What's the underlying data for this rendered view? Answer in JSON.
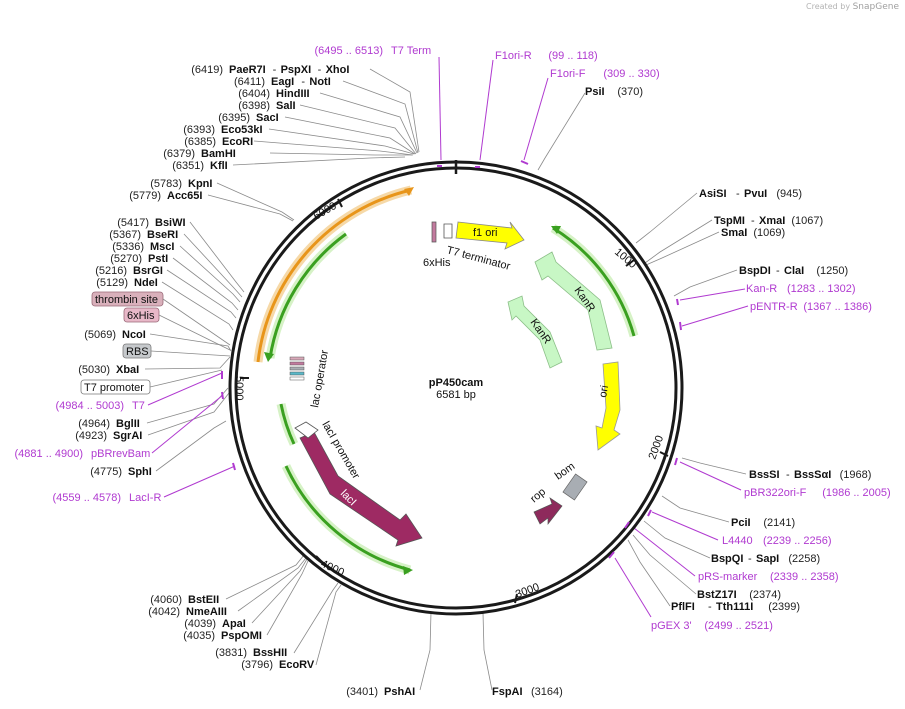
{
  "credit": {
    "prefix": "Created by",
    "brand": "SnapGene"
  },
  "plasmid": {
    "name": "pP450cam",
    "length": "6581 bp"
  },
  "scale_ticks": [
    "1000",
    "2000",
    "3000",
    "4000",
    "5000",
    "6000"
  ],
  "features": {
    "f1ori": "f1 ori",
    "t7term": "T7 terminator",
    "sixhis": "6xHis",
    "kanr1": "KanR",
    "kanr2": "KanR",
    "ori": "ori",
    "bom": "bom",
    "rop": "rop",
    "laci": "lacI",
    "laci_promoter": "lacI promoter",
    "lac_operator": "lac operator"
  },
  "sites": [
    {
      "id": "paer7i",
      "pos": "(6419)",
      "name": "PaeR7I",
      "extra": "PspXI",
      "extra2": "XhoI"
    },
    {
      "id": "eagi",
      "pos": "(6411)",
      "name": "EagI",
      "extra": "NotI"
    },
    {
      "id": "hindiii",
      "pos": "(6404)",
      "name": "HindIII"
    },
    {
      "id": "sali",
      "pos": "(6398)",
      "name": "SalI"
    },
    {
      "id": "saci",
      "pos": "(6395)",
      "name": "SacI"
    },
    {
      "id": "eco53ki",
      "pos": "(6393)",
      "name": "Eco53kI"
    },
    {
      "id": "ecori",
      "pos": "(6385)",
      "name": "EcoRI"
    },
    {
      "id": "bamhi",
      "pos": "(6379)",
      "name": "BamHI"
    },
    {
      "id": "kfli",
      "pos": "(6351)",
      "name": "KflI"
    },
    {
      "id": "kpni",
      "pos": "(5783)",
      "name": "KpnI"
    },
    {
      "id": "acc65i",
      "pos": "(5779)",
      "name": "Acc65I"
    },
    {
      "id": "bsiwi",
      "pos": "(5417)",
      "name": "BsiWI"
    },
    {
      "id": "beri",
      "pos": "(5367)",
      "name": "BseRI"
    },
    {
      "id": "msci",
      "pos": "(5336)",
      "name": "MscI"
    },
    {
      "id": "psti",
      "pos": "(5270)",
      "name": "PstI"
    },
    {
      "id": "bsrgi",
      "pos": "(5216)",
      "name": "BsrGI"
    },
    {
      "id": "ndei",
      "pos": "(5129)",
      "name": "NdeI"
    },
    {
      "id": "ncoi",
      "pos": "(5069)",
      "name": "NcoI"
    },
    {
      "id": "xbai",
      "pos": "(5030)",
      "name": "XbaI"
    },
    {
      "id": "bglii",
      "pos": "(4964)",
      "name": "BglII"
    },
    {
      "id": "sgrai",
      "pos": "(4923)",
      "name": "SgrAI"
    },
    {
      "id": "sphi",
      "pos": "(4775)",
      "name": "SphI"
    },
    {
      "id": "bsteii",
      "pos": "(4060)",
      "name": "BstEII"
    },
    {
      "id": "nmeaiii",
      "pos": "(4042)",
      "name": "NmeAIII"
    },
    {
      "id": "apai",
      "pos": "(4039)",
      "name": "ApaI"
    },
    {
      "id": "pspomi",
      "pos": "(4035)",
      "name": "PspOMI"
    },
    {
      "id": "bsshii",
      "pos": "(3831)",
      "name": "BssHII"
    },
    {
      "id": "ecorv",
      "pos": "(3796)",
      "name": "EcoRV"
    },
    {
      "id": "pshai",
      "pos": "(3401)",
      "name": "PshAI"
    },
    {
      "id": "fspai",
      "pos": "(3164)",
      "name": "FspAI"
    },
    {
      "id": "psii",
      "pos": "(370)",
      "name": "PsiI"
    },
    {
      "id": "asisi",
      "pos": "(945)",
      "name": "AsiSI",
      "extra": "PvuI"
    },
    {
      "id": "tspmi",
      "pos": "(1067)",
      "name": "TspMI",
      "extra": "XmaI"
    },
    {
      "id": "smai",
      "pos": "(1069)",
      "name": "SmaI"
    },
    {
      "id": "bspdi",
      "pos": "(1250)",
      "name": "BspDI",
      "extra": "ClaI"
    },
    {
      "id": "bsssi",
      "pos": "(1968)",
      "name": "BssSI",
      "extra": "BssSαI"
    },
    {
      "id": "pcii",
      "pos": "(2141)",
      "name": "PciI"
    },
    {
      "id": "bspqi",
      "pos": "(2258)",
      "name": "BspQI",
      "extra": "SapI"
    },
    {
      "id": "bstz17i",
      "pos": "(2374)",
      "name": "BstZ17I"
    },
    {
      "id": "pflfi",
      "pos": "(2399)",
      "name": "PflFI",
      "extra": "Tth111I"
    }
  ],
  "primers": [
    {
      "id": "t7term",
      "name": "T7 Term",
      "range": "(6495 .. 6513)"
    },
    {
      "id": "f1orir",
      "name": "F1ori-R",
      "range": "(99 .. 118)"
    },
    {
      "id": "f1orif",
      "name": "F1ori-F",
      "range": "(309 .. 330)"
    },
    {
      "id": "kanr",
      "name": "Kan-R",
      "range": "(1283 .. 1302)"
    },
    {
      "id": "pentr",
      "name": "pENTR-R",
      "range": "(1367 .. 1386)"
    },
    {
      "id": "pbr322",
      "name": "pBR322ori-F",
      "range": "(1986 .. 2005)"
    },
    {
      "id": "l4440",
      "name": "L4440",
      "range": "(2239 .. 2256)"
    },
    {
      "id": "prs",
      "name": "pRS-marker",
      "range": "(2339 .. 2358)"
    },
    {
      "id": "pgex",
      "name": "pGEX 3'",
      "range": "(2499 .. 2521)"
    },
    {
      "id": "t7",
      "name": "T7",
      "range": "(4984 .. 5003)"
    },
    {
      "id": "pbrrev",
      "name": "pBRrevBam",
      "range": "(4881 .. 4900)"
    },
    {
      "id": "lacir",
      "name": "LacI-R",
      "range": "(4559 .. 4578)"
    }
  ],
  "boxed_features": {
    "thrombin": "thrombin site",
    "sixhis": "6xHis",
    "rbs": "RBS",
    "t7promoter": "T7 promoter"
  },
  "colors": {
    "backbone": "#1a1a1a",
    "primer": "#b03ad0",
    "f1ori": "#ffff00",
    "kanr": "#c8f7c5",
    "laci": "#9e2a63",
    "orange": "#f0a020",
    "green": "#3aa020"
  }
}
